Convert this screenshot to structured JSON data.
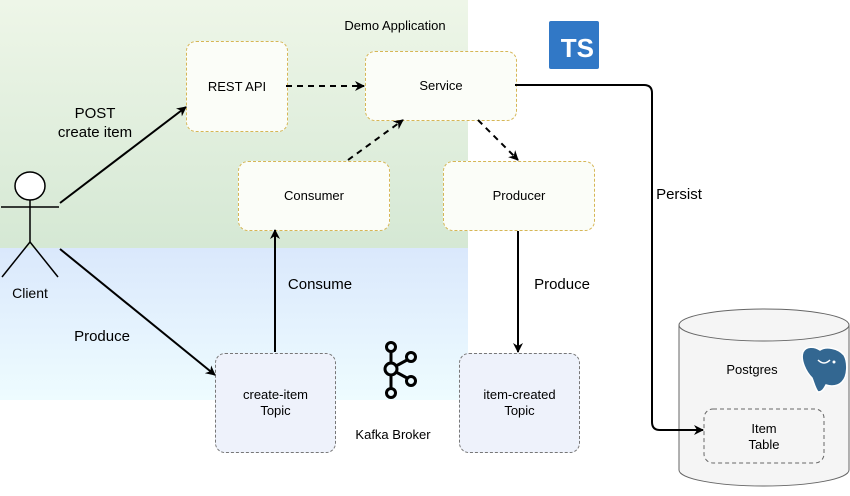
{
  "app": {
    "title": "Demo Application",
    "logo_text": "TS"
  },
  "components": {
    "rest_api": "REST API",
    "service": "Service",
    "consumer": "Consumer",
    "producer": "Producer"
  },
  "kafka": {
    "broker_label": "Kafka Broker",
    "create_topic_line1": "create-item",
    "create_topic_line2": "Topic",
    "created_topic_line1": "item-created",
    "created_topic_line2": "Topic"
  },
  "database": {
    "name": "Postgres",
    "table_line1": "Item",
    "table_line2": "Table"
  },
  "actor": {
    "name": "Client"
  },
  "edges": {
    "post_line1": "POST",
    "post_line2": "create item",
    "produce_client": "Produce",
    "consume": "Consume",
    "produce": "Produce",
    "persist": "Persist"
  },
  "colors": {
    "app_fill": "#d5e8d4",
    "app_border": "#82b366",
    "kafka_fill": "#dae8fc",
    "kafka_border": "#6c8ebf",
    "component_border": "#d6b656",
    "ts_blue": "#3178c6",
    "postgres_blue": "#336791"
  }
}
